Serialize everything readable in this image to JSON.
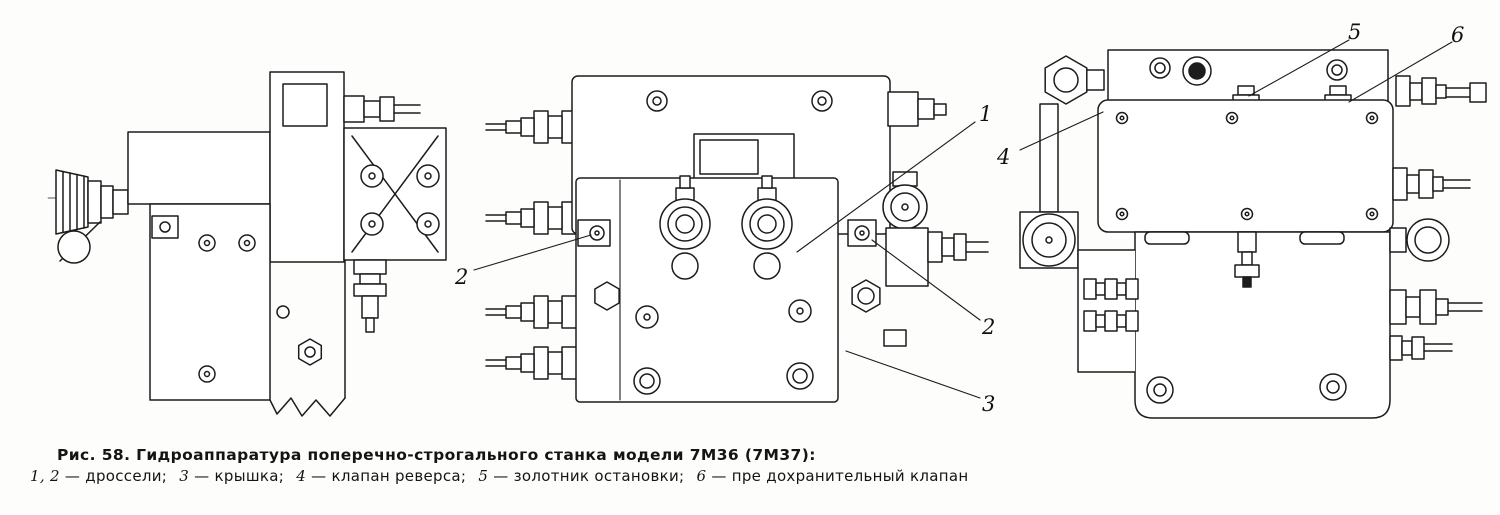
{
  "caption": {
    "title": "Рис. 58. Гидроаппаратура поперечно-строгального станка модели 7М36 (7М37):",
    "items": [
      {
        "num": "1, 2",
        "label": "— дроссели;"
      },
      {
        "num": "3",
        "label": "— крышка;"
      },
      {
        "num": "4",
        "label": "— клапан реверса;"
      },
      {
        "num": "5",
        "label": "— золотник остановки;"
      },
      {
        "num": "6",
        "label": "— пре дохранительный клапан"
      }
    ]
  },
  "callouts": {
    "n1": "1",
    "n2_left": "2",
    "n2_right": "2",
    "n3": "3",
    "n4": "4",
    "n5": "5",
    "n6": "6"
  },
  "colors": {
    "ink": "#1c1c1c",
    "paper": "#fdfdfb"
  }
}
